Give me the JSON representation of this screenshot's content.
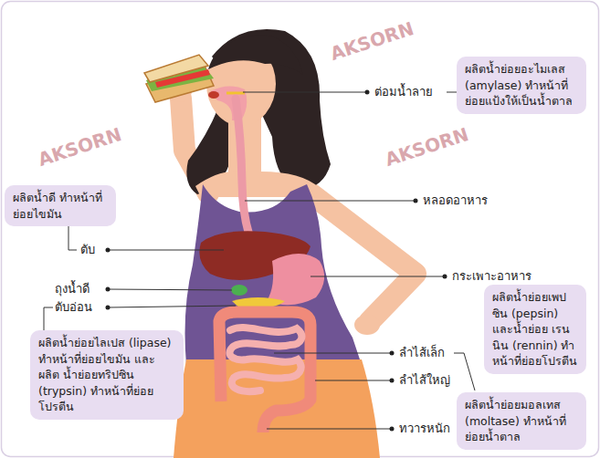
{
  "diagram": {
    "nodes": [
      {
        "text": [
          "ผลิตน้ำย่อยอะไมเลส (amylase) ทำหน้าที่ ย่อยแป้งให้เป็นน้ำตาล"
        ]
      },
      {
        "text": [
          "ผลิตน้ำดี ทำหน้าที่ ย่อยไขมัน"
        ]
      },
      {
        "text": [
          "ผลิตน้ำย่อยเพปซิน (pepsin) และน้ำย่อย เรนนิน (rennin) ทำหน้าที่ย่อยโปรตีน"
        ]
      },
      {
        "text": [
          "ผลิตน้ำย่อยไลเปส (lipase) ทำหน้าที่ย่อยไขมัน และผลิต น้ำย่อยทริปซิน (trypsin) ทำหน้าที่ย่อยโปรตีน"
        ]
      },
      {
        "text": [
          "ผลิตน้ำย่อยมอลเทส (moltase) ทำหน้าที่ ย่อยน้ำตาล"
        ]
      }
    ],
    "labels": [
      "ต่อมน้ำลาย",
      "หลอดอาหาร",
      "ตับ",
      "ถุงน้ำดี",
      "ตับอ่อน",
      "กระเพาะอาหาร",
      "ลำไส้เล็ก",
      "ลำไส้ใหญ่",
      "ทวารหนัก",
      "AKSORN",
      "AKSORN",
      "AKSORN"
    ]
  }
}
